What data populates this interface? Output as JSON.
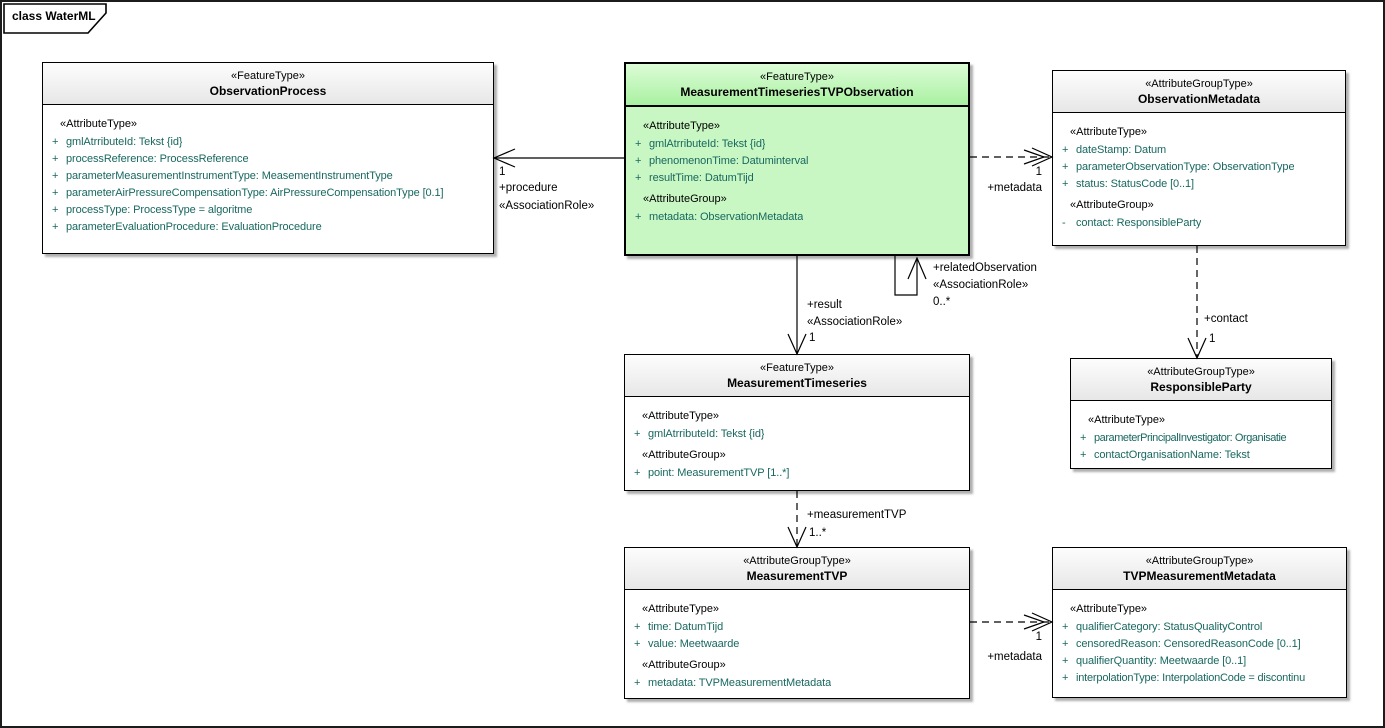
{
  "frame": {
    "label": "class WaterML"
  },
  "colors": {
    "highlight_fill": "#c9f7c4",
    "highlight_header_top": "#ddfcd7",
    "highlight_header_bottom": "#a9f1a1",
    "attribute_text": "#186860",
    "box_border": "#000000"
  },
  "classes": [
    {
      "name": "ObservationProcess",
      "stereotype": "«FeatureType»",
      "sections": [
        {
          "header": "«AttributeType»",
          "attrs": [
            {
              "vis": "+",
              "text": "gmlAtrributeId: Tekst {id}"
            },
            {
              "vis": "+",
              "text": "processReference: ProcessReference"
            },
            {
              "vis": "+",
              "text": "parameterMeasurementInstrumentType: MeasementInstrumentType"
            },
            {
              "vis": "+",
              "text": "parameterAirPressureCompensationType: AirPressureCompensationType [0.1]"
            },
            {
              "vis": "+",
              "text": "processType: ProcessType = algoritme"
            },
            {
              "vis": "+",
              "text": "parameterEvaluationProcedure: EvaluationProcedure"
            }
          ]
        }
      ]
    },
    {
      "name": "MeasurementTimeseriesTVPObservation",
      "stereotype": "«FeatureType»",
      "sections": [
        {
          "header": "«AttributeType»",
          "attrs": [
            {
              "vis": "+",
              "text": "gmlAtrributeId: Tekst {id}"
            },
            {
              "vis": "+",
              "text": "phenomenonTime: Datuminterval"
            },
            {
              "vis": "+",
              "text": "resultTime: DatumTijd"
            }
          ]
        },
        {
          "header": "«AttributeGroup»",
          "attrs": [
            {
              "vis": "+",
              "text": "metadata: ObservationMetadata"
            }
          ]
        }
      ]
    },
    {
      "name": "ObservationMetadata",
      "stereotype": "«AttributeGroupType»",
      "sections": [
        {
          "header": "«AttributeType»",
          "attrs": [
            {
              "vis": "+",
              "text": "dateStamp: Datum"
            },
            {
              "vis": "+",
              "text": "parameterObservationType: ObservationType"
            },
            {
              "vis": "+",
              "text": "status: StatusCode [0..1]"
            }
          ]
        },
        {
          "header": "«AttributeGroup»",
          "attrs": [
            {
              "vis": "-",
              "text": "contact: ResponsibleParty"
            }
          ]
        }
      ]
    },
    {
      "name": "MeasurementTimeseries",
      "stereotype": "«FeatureType»",
      "sections": [
        {
          "header": "«AttributeType»",
          "attrs": [
            {
              "vis": "+",
              "text": "gmlAtrributeId: Tekst {id}"
            }
          ]
        },
        {
          "header": "«AttributeGroup»",
          "attrs": [
            {
              "vis": "+",
              "text": "point: MeasurementTVP [1..*]"
            }
          ]
        }
      ]
    },
    {
      "name": "ResponsibleParty",
      "stereotype": "«AttributeGroupType»",
      "sections": [
        {
          "header": "«AttributeType»",
          "attrs": [
            {
              "vis": "+",
              "text": "parameterPrincipalInvestigator: Organisatie"
            },
            {
              "vis": "+",
              "text": "contactOrganisationName: Tekst"
            }
          ]
        }
      ]
    },
    {
      "name": "MeasurementTVP",
      "stereotype": "«AttributeGroupType»",
      "sections": [
        {
          "header": "«AttributeType»",
          "attrs": [
            {
              "vis": "+",
              "text": "time: DatumTijd"
            },
            {
              "vis": "+",
              "text": "value: Meetwaarde"
            }
          ]
        },
        {
          "header": "«AttributeGroup»",
          "attrs": [
            {
              "vis": "+",
              "text": "metadata: TVPMeasurementMetadata"
            }
          ]
        }
      ]
    },
    {
      "name": "TVPMeasurementMetadata",
      "stereotype": "«AttributeGroupType»",
      "sections": [
        {
          "header": "«AttributeType»",
          "attrs": [
            {
              "vis": "+",
              "text": "qualifierCategory: StatusQualityControl"
            },
            {
              "vis": "+",
              "text": "censoredReason: CensoredReasonCode [0..1]"
            },
            {
              "vis": "+",
              "text": "qualifierQuantity: Meetwaarde [0..1]"
            },
            {
              "vis": "+",
              "text": "interpolationType: InterpolationCode = discontinu"
            }
          ]
        }
      ]
    }
  ],
  "connectors": {
    "procedure": {
      "mult": "1",
      "role": "+procedure",
      "stereotype": "«AssociationRole»"
    },
    "metadata_top": {
      "mult": "1",
      "role": "+metadata"
    },
    "related_observation": {
      "role": "+relatedObservation",
      "stereotype": "«AssociationRole»",
      "mult": "0..*"
    },
    "result": {
      "role": "+result",
      "stereotype": "«AssociationRole»",
      "mult": "1"
    },
    "contact": {
      "role": "+contact",
      "mult": "1"
    },
    "measurement_tvp": {
      "role": "+measurementTVP",
      "mult": "1..*"
    },
    "metadata_bottom": {
      "mult": "1",
      "role": "+metadata"
    }
  }
}
